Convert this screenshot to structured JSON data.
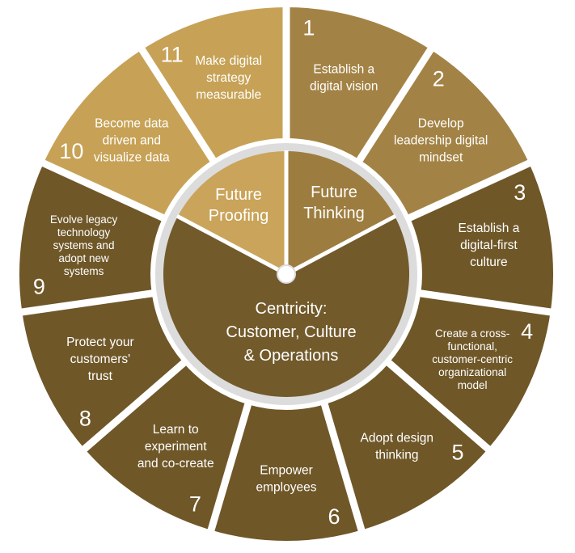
{
  "colors": {
    "light_gold": "#c7a256",
    "mid_gold": "#a38345",
    "dark_brown": "#6f5728",
    "inner_light": "#c9a45a",
    "inner_mid": "#9d7d3f",
    "center_dark": "#725a2b",
    "ring": "#dcdcdc",
    "separator": "#ffffff",
    "text": "#ffffff"
  },
  "segments": [
    {
      "number": "1",
      "lines": [
        "Establish a",
        "digital vision"
      ],
      "tone": "mid_gold"
    },
    {
      "number": "2",
      "lines": [
        "Develop",
        "leadership digital",
        "mindset"
      ],
      "tone": "mid_gold"
    },
    {
      "number": "3",
      "lines": [
        "Establish a",
        "digital-first",
        "culture"
      ],
      "tone": "dark_brown"
    },
    {
      "number": "4",
      "lines": [
        "Create a cross-",
        "functional,",
        "customer-centric",
        "organizational",
        "model"
      ],
      "tone": "dark_brown"
    },
    {
      "number": "5",
      "lines": [
        "Adopt design",
        "thinking"
      ],
      "tone": "dark_brown"
    },
    {
      "number": "6",
      "lines": [
        "Empower",
        "employees"
      ],
      "tone": "dark_brown"
    },
    {
      "number": "7",
      "lines": [
        "Learn to",
        "experiment",
        "and co-create"
      ],
      "tone": "dark_brown"
    },
    {
      "number": "8",
      "lines": [
        "Protect your",
        "customers'",
        "trust"
      ],
      "tone": "dark_brown"
    },
    {
      "number": "9",
      "lines": [
        "Evolve legacy",
        "technology",
        "systems and",
        "adopt new",
        "systems"
      ],
      "tone": "dark_brown"
    },
    {
      "number": "10",
      "lines": [
        "Become data",
        "driven and",
        "visualize data"
      ],
      "tone": "light_gold"
    },
    {
      "number": "11",
      "lines": [
        "Make digital",
        "strategy",
        "measurable"
      ],
      "tone": "light_gold"
    }
  ],
  "inner": {
    "future_proofing": [
      "Future",
      "Proofing"
    ],
    "future_thinking": [
      "Future",
      "Thinking"
    ],
    "centricity": [
      "Centricity:",
      "Customer, Culture",
      "& Operations"
    ]
  }
}
